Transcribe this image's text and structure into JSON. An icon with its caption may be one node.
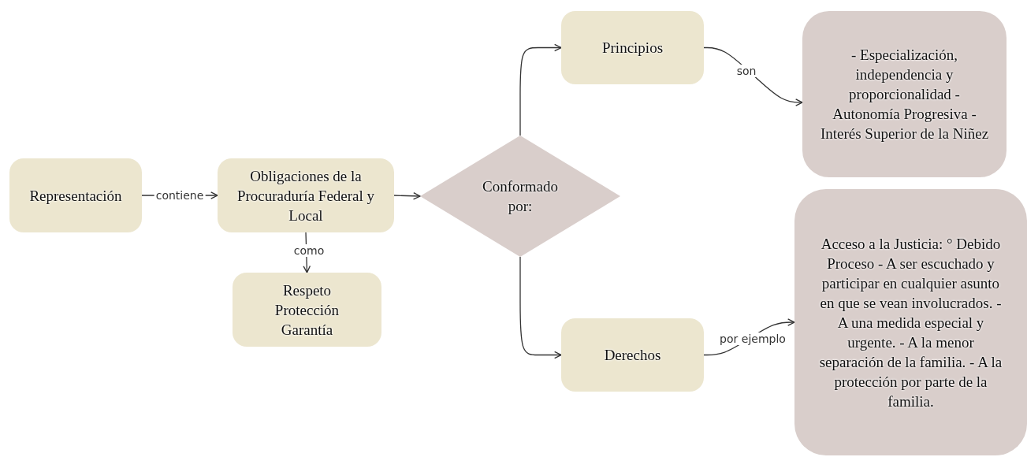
{
  "diagram": {
    "nodes": [
      {
        "text": [
          "Representación"
        ]
      },
      {
        "text": [
          "Obligaciones de la Procuraduría Federal y Local"
        ]
      },
      {
        "text": [
          "Respeto Protección Garantía"
        ]
      },
      {
        "text": [
          "Conformado por:"
        ]
      },
      {
        "text": [
          "Principios"
        ]
      },
      {
        "text": [
          "- Especialización, independencia y proporcionalidad - Autonomía Progresiva - Interés Superior de la Niñez"
        ]
      },
      {
        "text": [
          "Derechos"
        ]
      },
      {
        "text": [
          "Acceso a la Justicia: ° Debido Proceso - A ser escuchado y participar en cualquier asunto en que se vean involucrados. - A una medida especial y urgente. - A la menor separación de la familia. - A la protección por parte de la familia."
        ]
      }
    ],
    "edges": [
      {
        "from": 0,
        "to": 1,
        "arrow": "to",
        "label": "contiene"
      },
      {
        "from": 1,
        "to": 2,
        "arrow": "to",
        "label": "como"
      },
      {
        "from": 1,
        "to": 3,
        "arrow": "to"
      },
      {
        "from": 3,
        "to": 4,
        "arrow": "to"
      },
      {
        "from": 3,
        "to": 6,
        "arrow": "to"
      },
      {
        "from": 4,
        "to": 5,
        "arrow": "to",
        "label": "son"
      },
      {
        "from": 6,
        "to": 7,
        "arrow": "to",
        "label": "por ejemplo"
      }
    ]
  }
}
